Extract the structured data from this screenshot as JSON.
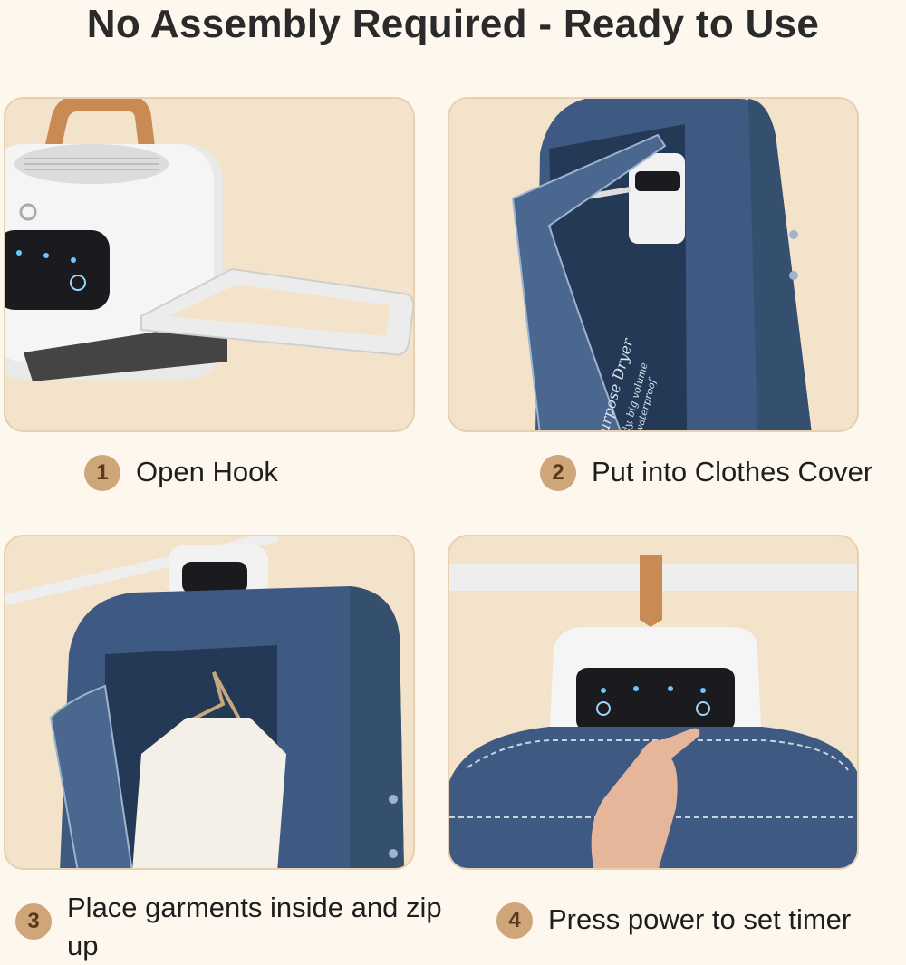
{
  "headline": "No Assembly Required - Ready to Use",
  "colors": {
    "background": "#fdf7ee",
    "panel": "#f4e3cb",
    "badge": "#cfa67a",
    "cover_blue": "#3f5a82",
    "strap": "#c98a54"
  },
  "steps": [
    {
      "number": "1",
      "label": "Open Hook"
    },
    {
      "number": "2",
      "label": "Put into Clothes Cover"
    },
    {
      "number": "3",
      "label": "Place garments inside and zip up"
    },
    {
      "number": "4",
      "label": "Press power to set timer"
    }
  ],
  "cover_print": {
    "line1": "urpose Dryer",
    "line2": "dy, big volume",
    "line3": "waterproof"
  }
}
